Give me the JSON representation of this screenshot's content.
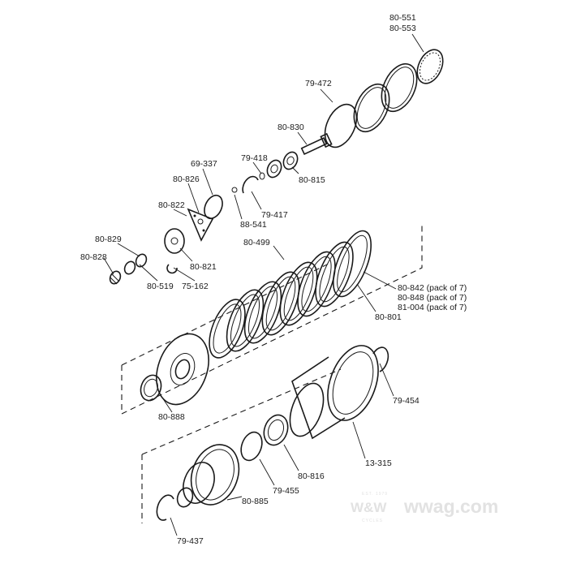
{
  "labels": {
    "p80_551": "80-551",
    "p80_553": "80-553",
    "p79_472": "79-472",
    "p80_830": "80-830",
    "p79_418": "79-418",
    "p80_815": "80-815",
    "p69_337": "69-337",
    "p80_826": "80-826",
    "p80_822": "80-822",
    "p79_417": "79-417",
    "p88_541": "88-541",
    "p80_499": "80-499",
    "p80_829": "80-829",
    "p80_828": "80-828",
    "p80_821": "80-821",
    "p80_519": "80-519",
    "p75_162": "75-162",
    "p80_842": "80-842 (pack of 7)",
    "p80_848": "80-848 (pack of 7)",
    "p81_004": "81-004 (pack of 7)",
    "p80_801": "80-801",
    "p79_454": "79-454",
    "p80_888": "80-888",
    "p13_315": "13-315",
    "p80_816": "80-816",
    "p79_455": "79-455",
    "p80_885": "80-885",
    "p79_437": "79-437"
  },
  "watermark": {
    "brand": "W&W",
    "site": "wwag.com",
    "est": "EST. 1979",
    "sub": "CYCLES"
  }
}
